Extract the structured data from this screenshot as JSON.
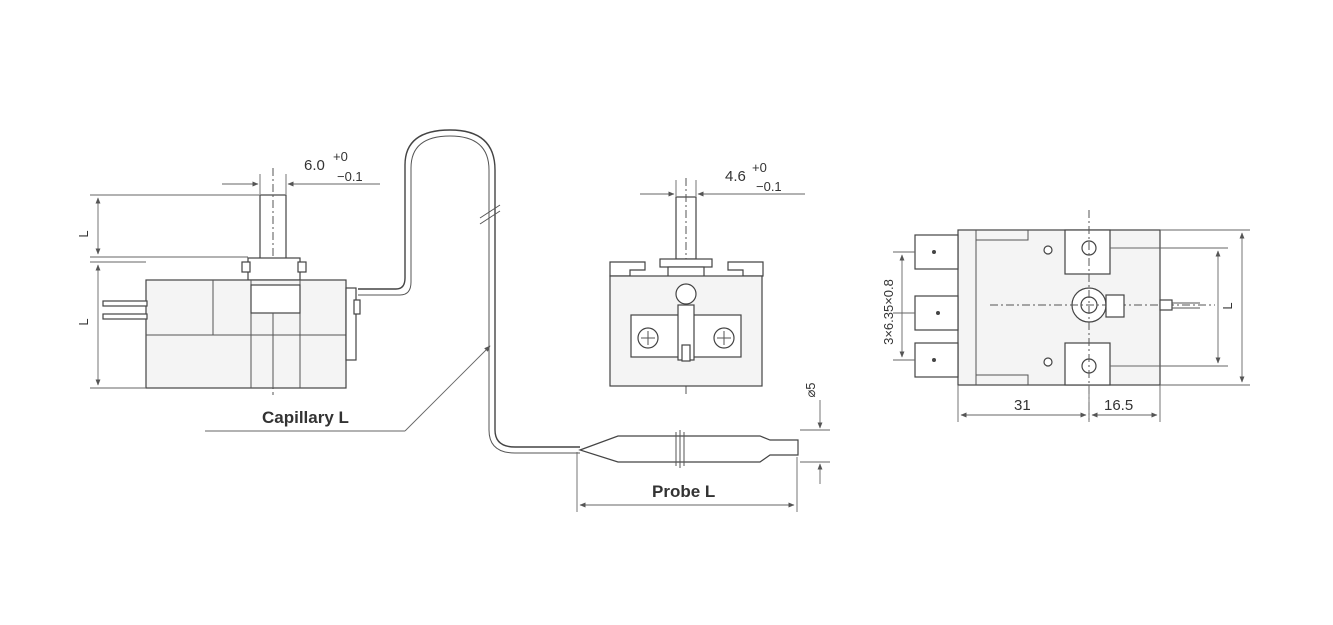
{
  "labels": {
    "shaft_left_dia": "6.0",
    "shaft_left_tol_upper": "+0",
    "shaft_left_tol_lower": "−0.1",
    "shaft_mid_dia": "4.6",
    "shaft_mid_tol_upper": "+0",
    "shaft_mid_tol_lower": "−0.1",
    "dim_L_top": "L",
    "dim_L_side": "L",
    "capillary": "Capillary L",
    "probe": "Probe L",
    "probe_dia": "⌀5",
    "terminals": "3×6.35×0.8",
    "width_31": "31",
    "width_16_5": "16.5",
    "dim_L_right": "L"
  }
}
